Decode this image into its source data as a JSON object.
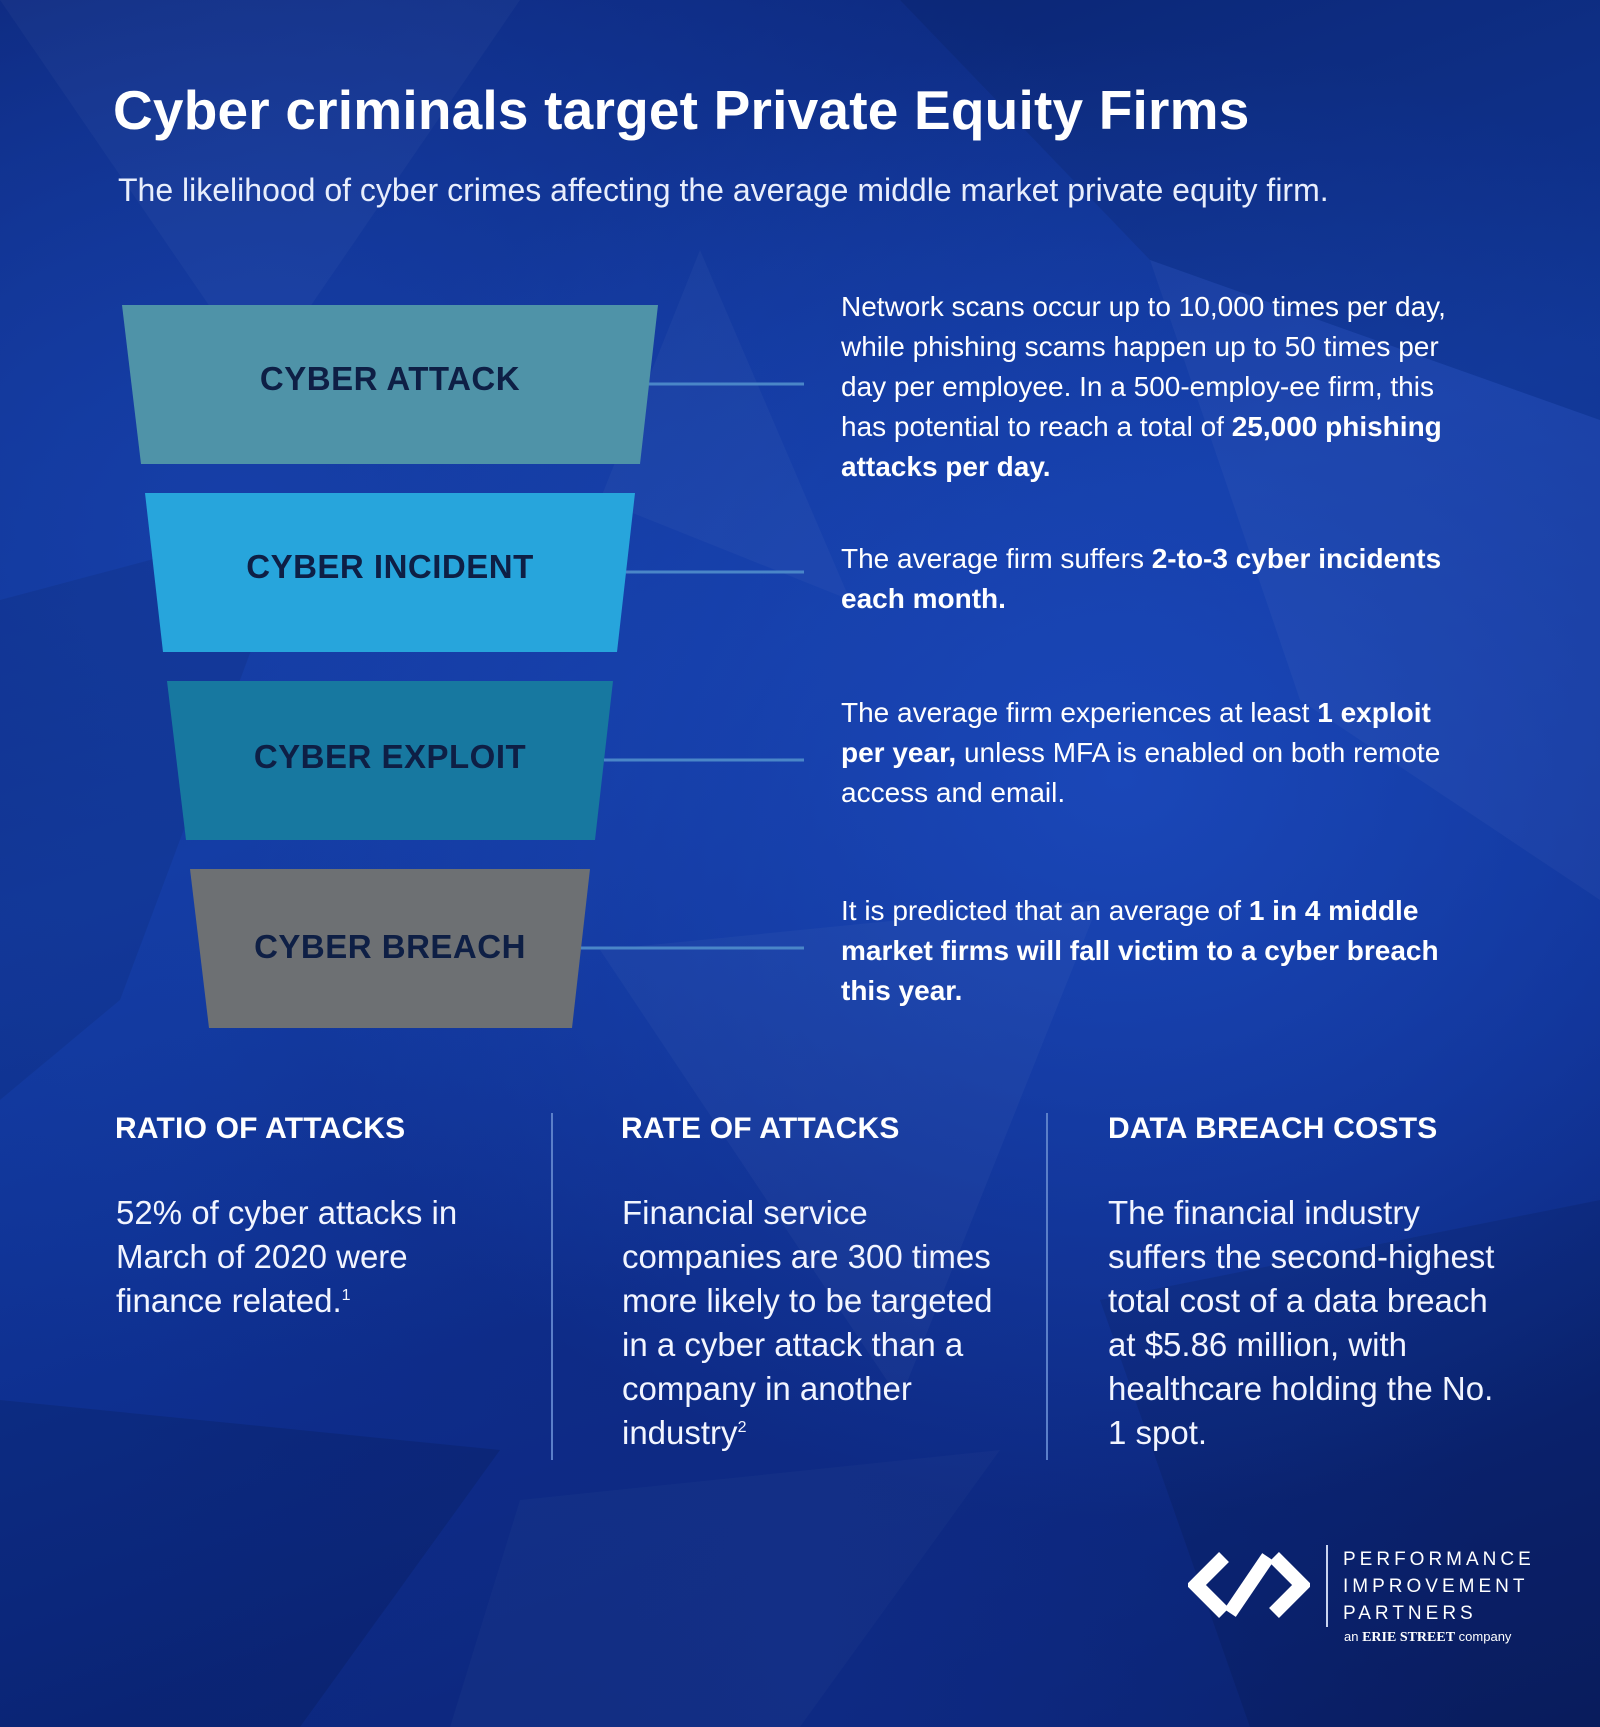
{
  "header": {
    "title": "Cyber criminals target Private Equity Firms",
    "subtitle": "The likelihood of cyber crimes affecting the average middle market private equity firm."
  },
  "stages": [
    {
      "label": "CYBER ATTACK",
      "color": "#4f93a8",
      "desc": [
        {
          "t": "Network scans occur up to 10,000 times per day, while phishing scams happen up to 50 times per day per employee. In a 500-employ-ee firm, this has potential to reach a total of ",
          "b": false
        },
        {
          "t": "25,000 phishing attacks per day.",
          "b": true
        }
      ]
    },
    {
      "label": "CYBER INCIDENT",
      "color": "#27a5dc",
      "desc": [
        {
          "t": "The average firm suffers ",
          "b": false
        },
        {
          "t": "2-to-3 cyber incidents each month.",
          "b": true
        }
      ]
    },
    {
      "label": "CYBER EXPLOIT",
      "color": "#1778a0",
      "desc": [
        {
          "t": "The average firm experiences at least ",
          "b": false
        },
        {
          "t": "1 exploit per year,",
          "b": true
        },
        {
          "t": " unless MFA is enabled on both remote access and email.",
          "b": false
        }
      ]
    },
    {
      "label": "CYBER BREACH",
      "color": "#6d7073",
      "desc": [
        {
          "t": "It is predicted that an average of ",
          "b": false
        },
        {
          "t": "1 in 4 middle market firms will fall victim to a cyber breach this year.",
          "b": true
        }
      ]
    }
  ],
  "stats": [
    {
      "title": "RATIO OF ATTACKS",
      "body": "52% of cyber attacks in March of 2020 were finance related.",
      "note": "1"
    },
    {
      "title": "RATE OF ATTACKS",
      "body": "Financial service companies are 300 times more likely to be targeted in a cyber attack than a company in another industry",
      "note": "2"
    },
    {
      "title": "DATA BREACH COSTS",
      "body": "The financial industry suffers the second-highest total cost of a data breach at $5.86 million, with healthcare holding the No. 1 spot.",
      "note": ""
    }
  ],
  "logo": {
    "line1": "PERFORMANCE",
    "line2": "IMPROVEMENT",
    "line3": "PARTNERS",
    "tag_prefix": "an ",
    "tag_brand": "ERIE STREET",
    "tag_suffix": " company"
  },
  "colors": {
    "background": "#0f2f92",
    "connector": "#4a86c8",
    "label_text": "#0e1f45"
  }
}
